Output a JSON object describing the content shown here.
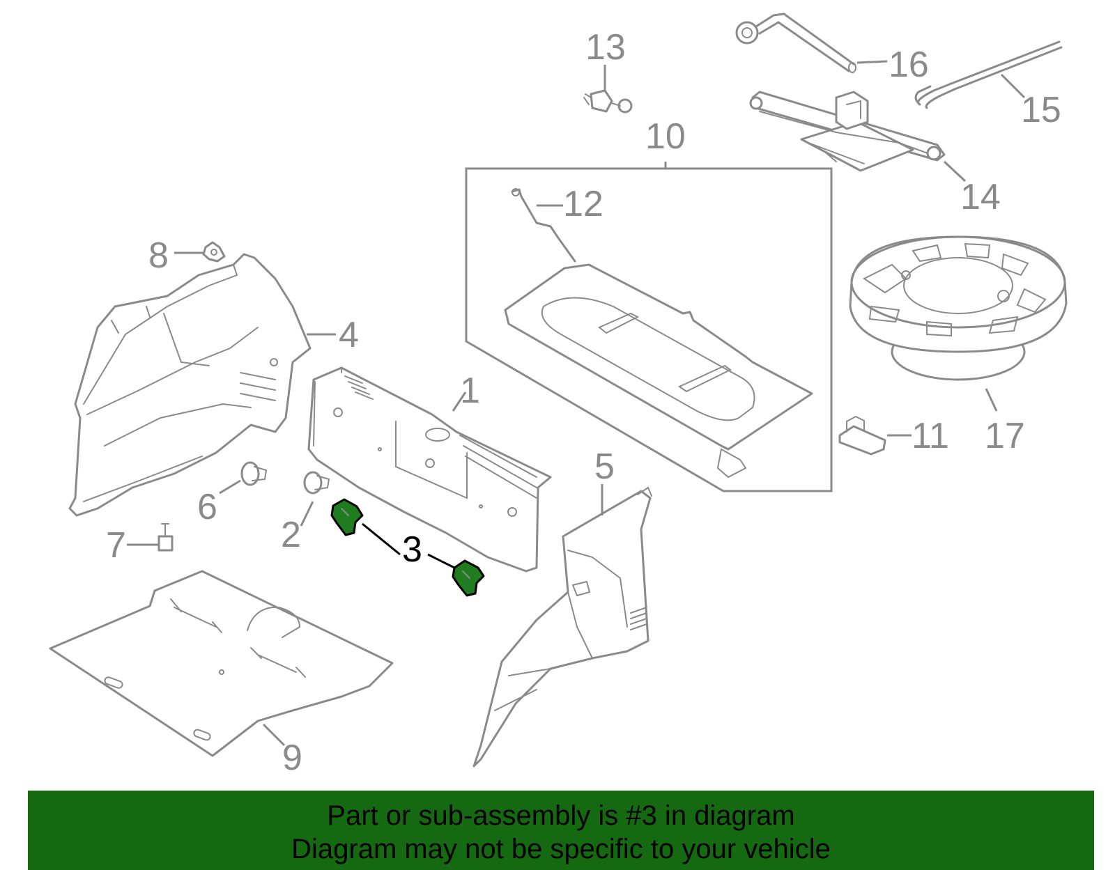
{
  "colors": {
    "part_line": "#8a8a8a",
    "highlight": "#1f7d1f",
    "banner_bg": "#156a11",
    "banner_text": "#000000"
  },
  "callouts": {
    "c1": "1",
    "c2": "2",
    "c3": "3",
    "c4": "4",
    "c5": "5",
    "c6": "6",
    "c7": "7",
    "c8": "8",
    "c9": "9",
    "c10": "10",
    "c11": "11",
    "c12": "12",
    "c13": "13",
    "c14": "14",
    "c15": "15",
    "c16": "16",
    "c17": "17"
  },
  "highlighted_part": "3",
  "banner": {
    "line1": "Part or sub-assembly is #3 in diagram",
    "line2": "Diagram may not be specific to your vehicle"
  }
}
